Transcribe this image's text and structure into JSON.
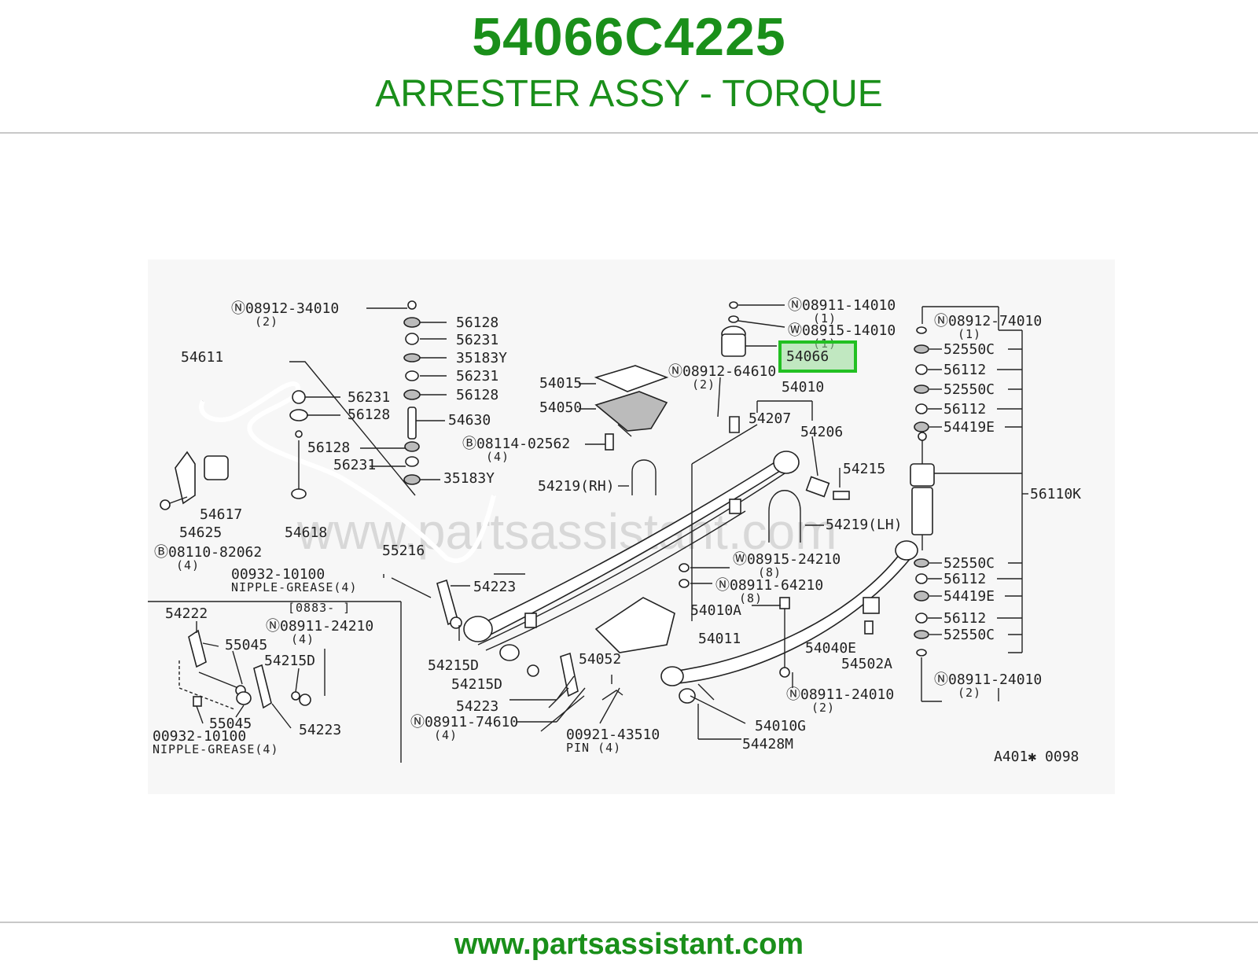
{
  "header": {
    "part_number": "54066C4225",
    "part_name": "ARRESTER ASSY - TORQUE"
  },
  "footer": {
    "url": "www.partsassistant.com"
  },
  "diagram": {
    "watermark": "www.partsassistant.com",
    "code": "A401✱ 0098",
    "highlight_label": "54066",
    "labels": {
      "l08912_34010": "Ⓝ08912-34010",
      "l08912_34010_q": "(2)",
      "l56128a": "56128",
      "l56231a": "56231",
      "l35183ya": "35183Y",
      "l56231b": "56231",
      "l56128b": "56128",
      "l54611": "54611",
      "l56231c": "56231",
      "l56128c": "56128",
      "l54630": "54630",
      "l56128d": "56128",
      "l56231d": "56231",
      "l35183yb": "35183Y",
      "l54617": "54617",
      "l54625": "54625",
      "l54618": "54618",
      "l08110": "Ⓑ08110-82062",
      "l08110_q": "(4)",
      "l54015": "54015",
      "l54050": "54050",
      "l08114": "Ⓑ08114-02562",
      "l08114_q": "(4)",
      "l54219rh": "54219(RH)",
      "l08911_14010": "Ⓝ08911-14010",
      "l08911_14010_q": "(1)",
      "l08915_14010": "Ⓦ08915-14010",
      "l08915_14010_q": "(1)",
      "l08912_64610": "Ⓝ08912-64610",
      "l08912_64610_q": "(2)",
      "l54010": "54010",
      "l54207": "54207",
      "l54206": "54206",
      "l54215": "54215",
      "l54219lh": "54219(LH)",
      "l08912_74010": "Ⓝ08912-74010",
      "l08912_74010_q": "(1)",
      "l52550c_1": "52550C",
      "l56112_1": "56112",
      "l52550c_2": "52550C",
      "l56112_2": "56112",
      "l54419e_1": "54419E",
      "l56110k": "56110K",
      "l52550c_3": "52550C",
      "l56112_3": "56112",
      "l54419e_2": "54419E",
      "l56112_4": "56112",
      "l52550c_4": "52550C",
      "l08911_24010": "Ⓝ08911-24010",
      "l08911_24010_q": "(2)",
      "l55216": "55216",
      "l00932a": "00932-10100",
      "l nipple_a": "",
      "lnipple_a": "NIPPLE-GREASE(4)",
      "l54223a": "54223",
      "l08915_24210": "Ⓦ08915-24210",
      "l08915_24210_q": "(8)",
      "l08911_64210": "Ⓝ08911-64210",
      "l08911_64210_q": "(8)",
      "l54010a": "54010A",
      "l54011": "54011",
      "l54040e": "54040E",
      "l54502a": "54502A",
      "l08911_24010b": "Ⓝ08911-24010",
      "l08911_24010b_q": "(2)",
      "l54010g": "54010G",
      "l54428m": "54428M",
      "l54215d_a": "54215D",
      "l54215d_b": "54215D",
      "l54052": "54052",
      "l54223b": "54223",
      "l08911_74610": "Ⓝ08911-74610",
      "l08911_74610_q": "(4)",
      "l00921": "00921-43510",
      "lpin": "PIN (4)",
      "l54222": "54222",
      "l0883": "[0883-      ]",
      "l08911_24210": "Ⓝ08911-24210",
      "l08911_24210_q": "(4)",
      "l55045a": "55045",
      "l54215d_c": "54215D",
      "l55045b": "55045",
      "l54223c": "54223",
      "l00932b": "00932-10100",
      "lnipple_b": "NIPPLE-GREASE(4)"
    }
  },
  "colors": {
    "brand_green": "#1a8f1a",
    "highlight": "#22c022"
  }
}
